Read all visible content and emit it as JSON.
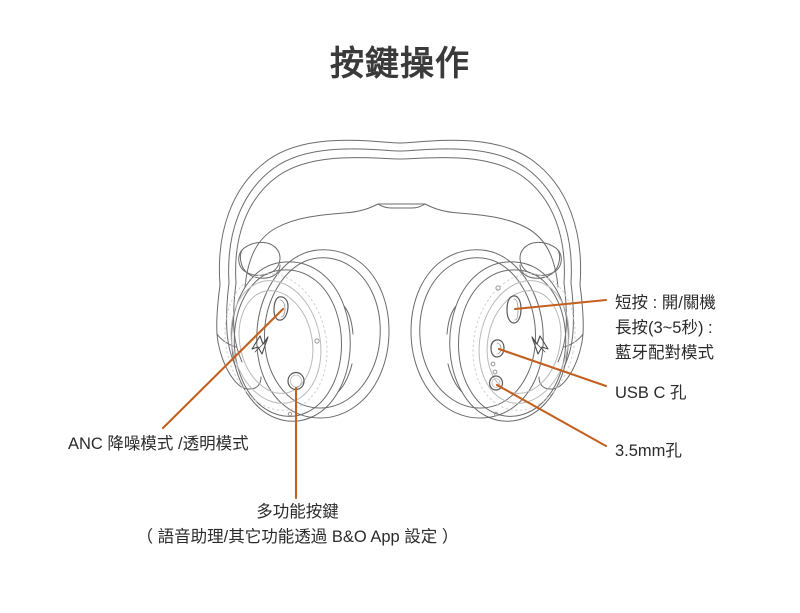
{
  "page": {
    "title": "按鍵操作",
    "background_color": "#ffffff",
    "title_color": "#3a3a3a",
    "leader_line_color": "#c4601f",
    "illustration_line_color": "#6b6b6b",
    "illustration_name": "over-ear-headphones-line-drawing"
  },
  "callouts": {
    "power": {
      "line1": "短按 : 開/關機",
      "line2": "長按(3~5秒) :",
      "line3": "藍牙配對模式"
    },
    "usbc": {
      "label": "USB C 孔"
    },
    "jack": {
      "label": "3.5mm孔"
    },
    "anc": {
      "label": "ANC 降噪模式 /透明模式"
    },
    "multifunction": {
      "line1": "多功能按鍵",
      "line2": "（ 語音助理/其它功能透過 B&O App 設定 ）"
    }
  },
  "hotspots": {
    "left_anc_button": "anc-transparency-button",
    "left_multifunction_button": "multifunction-button",
    "right_power_button": "power-bluetooth-button",
    "right_usbc_port": "usb-c-port",
    "right_audio_jack": "3-5mm-audio-jack"
  }
}
